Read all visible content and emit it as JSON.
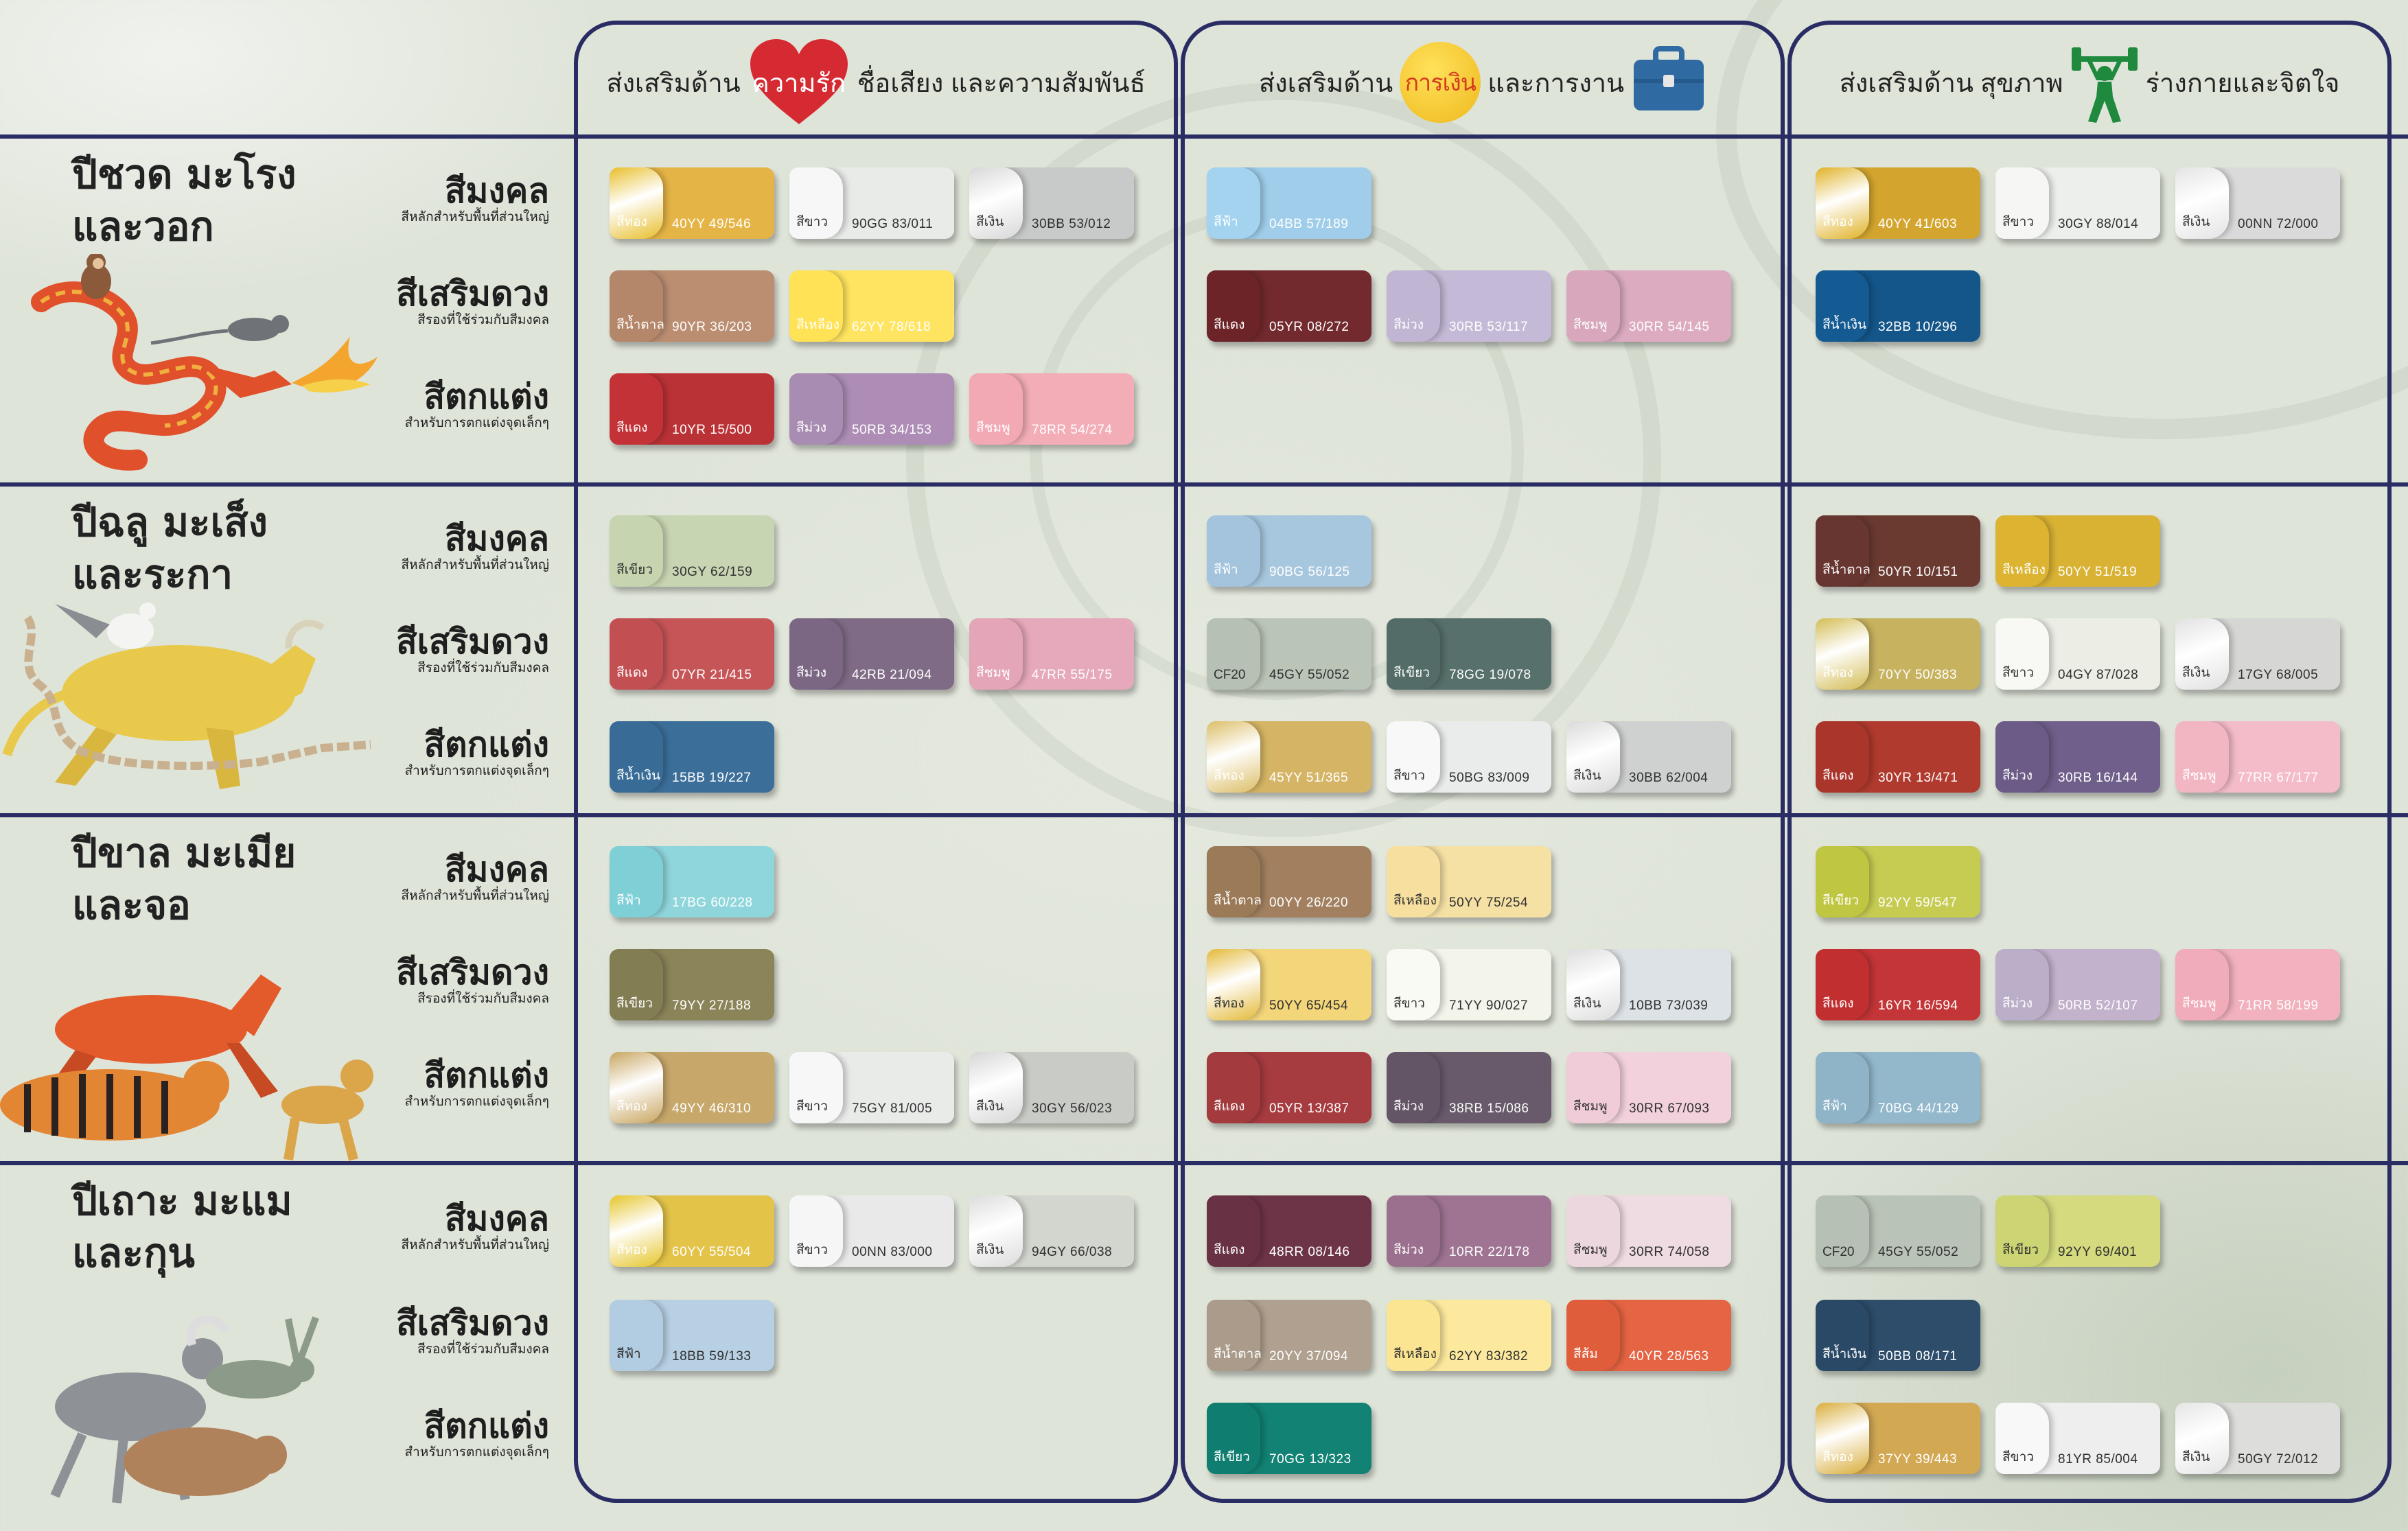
{
  "columns": [
    {
      "prefix": "ส่งเสริมด้าน",
      "highlight": "ความรัก",
      "suffix": "ชื่อเสียง และความสัมพันธ์",
      "icon": "heart-icon"
    },
    {
      "prefix": "ส่งเสริมด้าน",
      "highlight": "การเงิน",
      "suffix": "และการงาน",
      "icon": "briefcase-icon"
    },
    {
      "prefix": "ส่งเสริมด้าน",
      "highlight": "สุขภาพ",
      "suffix": "ร่างกายและจิตใจ",
      "icon": "weightlifter-icon"
    }
  ],
  "categories": [
    {
      "title": "สีมงคล",
      "subtitle": "สีหลักสำหรับพื้นที่ส่วนใหญ่"
    },
    {
      "title": "สีเสริมดวง",
      "subtitle": "สีรองที่ใช้ร่วมกับสีมงคล"
    },
    {
      "title": "สีตกแต่ง",
      "subtitle": "สำหรับการตกแต่งจุดเล็กๆ"
    }
  ],
  "zodiacs": [
    {
      "line1": "ปีชวด มะโรง",
      "line2": "และวอก",
      "animals": [
        "monkey-icon",
        "rat-icon",
        "dragon-icon"
      ],
      "cells": [
        [
          [
            {
              "n": "สีทอง",
              "c": "40YY 49/546",
              "h": "#e5b446",
              "s": "#e8be2a",
              "g": true
            },
            {
              "n": "สีขาว",
              "c": "90GG 83/011",
              "h": "#e8ebe8",
              "s": "#f6f7f6",
              "d": true
            },
            {
              "n": "สีเงิน",
              "c": "30BB 53/012",
              "h": "#c8c9c9",
              "s": "#d8d8d8",
              "g": true,
              "d": true
            }
          ],
          [
            {
              "n": "สีน้ำตาล",
              "c": "90YR 36/203",
              "h": "#bb8e72",
              "s": "#b5876a"
            },
            {
              "n": "สีเหลือง",
              "c": "62YY 78/618",
              "h": "#ffe461",
              "s": "#ffe256"
            }
          ],
          [
            {
              "n": "สีแดง",
              "c": "10YR 15/500",
              "h": "#bb3236",
              "s": "#c23236"
            },
            {
              "n": "สีม่วง",
              "c": "50RB 34/153",
              "h": "#ad8db5",
              "s": "#a98cb1"
            },
            {
              "n": "สีชมพู",
              "c": "78RR 54/274",
              "h": "#f3adb7",
              "s": "#f3a9b4"
            }
          ]
        ],
        [
          [
            {
              "n": "สีฟ้า",
              "c": "04BB 57/189",
              "h": "#9fcdea",
              "s": "#a3d3ef"
            }
          ],
          [
            {
              "n": "สีแดง",
              "c": "05YR 08/272",
              "h": "#722a2e",
              "s": "#6d2429"
            },
            {
              "n": "สีม่วง",
              "c": "30RB 53/117",
              "h": "#c4b9d6",
              "s": "#c0b5d3"
            },
            {
              "n": "สีชมพู",
              "c": "30RR 54/145",
              "h": "#dcabc0",
              "s": "#d8a7bc"
            }
          ],
          []
        ],
        [
          [
            {
              "n": "สีทอง",
              "c": "40YY 41/603",
              "h": "#d3a52e",
              "s": "#e0b226",
              "g": true
            },
            {
              "n": "สีขาว",
              "c": "30GY 88/014",
              "h": "#ecefec",
              "s": "#f6f7f5",
              "d": true
            },
            {
              "n": "สีเงิน",
              "c": "00NN 72/000",
              "h": "#dadada",
              "s": "#e4e4e4",
              "g": true,
              "d": true
            }
          ],
          [
            {
              "n": "สีน้ำเงิน",
              "c": "32BB 10/296",
              "h": "#14568a",
              "s": "#145b93"
            }
          ],
          []
        ]
      ]
    },
    {
      "line1": "ปีฉลู มะเส็ง",
      "line2": "และระกา",
      "animals": [
        "rooster-icon",
        "ox-icon",
        "snake-icon"
      ],
      "cells": [
        [
          [
            {
              "n": "สีเขียว",
              "c": "30GY 62/159",
              "h": "#c8d5b3",
              "s": "#c6d4b0",
              "d": true
            }
          ],
          [
            {
              "n": "สีแดง",
              "c": "07YR 21/415",
              "h": "#c65558",
              "s": "#c24f52"
            },
            {
              "n": "สีม่วง",
              "c": "42RB 21/094",
              "h": "#7f6b86",
              "s": "#7b6784"
            },
            {
              "n": "สีชมพู",
              "c": "47RR 55/175",
              "h": "#e6a9bb",
              "s": "#e4a5b8"
            }
          ],
          [
            {
              "n": "สีน้ำเงิน",
              "c": "15BB 19/227",
              "h": "#3b6f9a",
              "s": "#386c96"
            }
          ]
        ],
        [
          [
            {
              "n": "สีฟ้า",
              "c": "90BG 56/125",
              "h": "#a7c7de",
              "s": "#a3c4dc"
            }
          ],
          [
            {
              "n": "CF20",
              "c": "45GY 55/052",
              "h": "#bac4b7",
              "s": "#b6c0b4",
              "d": true
            },
            {
              "n": "สีเขียว",
              "c": "78GG 19/078",
              "h": "#57706b",
              "s": "#536c67"
            }
          ],
          [
            {
              "n": "สีทอง",
              "c": "45YY 51/365",
              "h": "#d5b565",
              "s": "#dcbe66",
              "g": true
            },
            {
              "n": "สีขาว",
              "c": "50BG 83/009",
              "h": "#e9ecea",
              "s": "#f7f8f7",
              "d": true
            },
            {
              "n": "สีเงิน",
              "c": "30BB 62/004",
              "h": "#cfd0d0",
              "s": "#dadada",
              "g": true,
              "d": true
            }
          ]
        ],
        [
          [
            {
              "n": "สีน้ำตาล",
              "c": "50YR 10/151",
              "h": "#6a3a31",
              "s": "#673630"
            },
            {
              "n": "สีเหลือง",
              "c": "50YY 51/519",
              "h": "#d9b233",
              "s": "#dcb431"
            }
          ],
          [
            {
              "n": "สีทอง",
              "c": "70YY 50/383",
              "h": "#c7b25f",
              "s": "#d3bc54",
              "g": true
            },
            {
              "n": "สีขาว",
              "c": "04GY 87/028",
              "h": "#eceee6",
              "s": "#f8f9f4",
              "d": true
            },
            {
              "n": "สีเงิน",
              "c": "17GY 68/005",
              "h": "#d6d7d5",
              "s": "#e1e1e1",
              "g": true,
              "d": true
            }
          ],
          [
            {
              "n": "สีแดง",
              "c": "30YR 13/471",
              "h": "#b03a2e",
              "s": "#a9352b"
            },
            {
              "n": "สีม่วง",
              "c": "30RB 16/144",
              "h": "#6f5f8a",
              "s": "#6b5b86"
            },
            {
              "n": "สีชมพู",
              "c": "77RR 67/177",
              "h": "#f4bcc8",
              "s": "#f2b6c3"
            }
          ]
        ]
      ]
    },
    {
      "line1": "ปีขาล มะเมีย",
      "line2": "และจอ",
      "animals": [
        "horse-icon",
        "tiger-icon",
        "dog-icon"
      ],
      "cells": [
        [
          [
            {
              "n": "สีฟ้า",
              "c": "17BG 60/228",
              "h": "#8fd6dc",
              "s": "#7fcfd6"
            }
          ],
          [
            {
              "n": "สีเขียว",
              "c": "79YY 27/188",
              "h": "#8a8458",
              "s": "#837d54"
            }
          ],
          [
            {
              "n": "สีทอง",
              "c": "49YY 46/310",
              "h": "#c7a76a",
              "s": "#c8a560",
              "g": true
            },
            {
              "n": "สีขาว",
              "c": "75GY 81/005",
              "h": "#e9ebe9",
              "s": "#f7f7f7",
              "d": true
            },
            {
              "n": "สีเงิน",
              "c": "30GY 56/023",
              "h": "#c9cbc6",
              "s": "#d6d6d6",
              "g": true,
              "d": true
            }
          ]
        ],
        [
          [
            {
              "n": "สีน้ำตาล",
              "c": "00YY 26/220",
              "h": "#a2805f",
              "s": "#9b7a58"
            },
            {
              "n": "สีเหลือง",
              "c": "50YY 75/254",
              "h": "#f6e1a4",
              "s": "#f6df9f",
              "d": true
            }
          ],
          [
            {
              "n": "สีทอง",
              "c": "50YY 65/454",
              "h": "#f3d57a",
              "s": "#e4b938",
              "g": true,
              "d": true
            },
            {
              "n": "สีขาว",
              "c": "71YY 90/027",
              "h": "#f3f4ea",
              "s": "#fafaf4",
              "d": true
            },
            {
              "n": "สีเงิน",
              "c": "10BB 73/039",
              "h": "#dde2e7",
              "s": "#dddddd",
              "g": true,
              "d": true
            }
          ],
          [
            {
              "n": "สีแดง",
              "c": "05YR 13/387",
              "h": "#a63b40",
              "s": "#a23a3e"
            },
            {
              "n": "สีม่วง",
              "c": "38RB 15/086",
              "h": "#685a6b",
              "s": "#635566"
            },
            {
              "n": "สีชมพู",
              "c": "30RR 67/093",
              "h": "#f2d1dc",
              "s": "#f0ccd8",
              "d": true
            }
          ]
        ],
        [
          [
            {
              "n": "สีเขียว",
              "c": "92YY 59/547",
              "h": "#c6cc52",
              "s": "#bfc641"
            }
          ],
          [
            {
              "n": "สีแดง",
              "c": "16YR 16/594",
              "h": "#c43537",
              "s": "#c12f31"
            },
            {
              "n": "สีม่วง",
              "c": "50RB 52/107",
              "h": "#c2b2cc",
              "s": "#bbaec8"
            },
            {
              "n": "สีชมพู",
              "c": "71RR 58/199",
              "h": "#f2b2bd",
              "s": "#f0acb8"
            }
          ],
          [
            {
              "n": "สีฟ้า",
              "c": "70BG 44/129",
              "h": "#93b8cc",
              "s": "#8fb4c8"
            }
          ]
        ]
      ]
    },
    {
      "line1": "ปีเถาะ มะแม",
      "line2": "และกุน",
      "animals": [
        "goat-icon",
        "rabbit-icon",
        "pig-icon"
      ],
      "cells": [
        [
          [
            {
              "n": "สีทอง",
              "c": "60YY 55/504",
              "h": "#e3c348",
              "s": "#e6c52a",
              "g": true
            },
            {
              "n": "สีขาว",
              "c": "00NN 83/000",
              "h": "#e9e9e9",
              "s": "#f6f6f6",
              "d": true
            },
            {
              "n": "สีเงิน",
              "c": "94GY 66/038",
              "h": "#d3d6cf",
              "s": "#dcdcdc",
              "g": true,
              "d": true
            }
          ],
          [
            {
              "n": "สีฟ้า",
              "c": "18BB 59/133",
              "h": "#b7d0e3",
              "s": "#b2cde1",
              "d": true
            }
          ],
          []
        ],
        [
          [
            {
              "n": "สีแดง",
              "c": "48RR 08/146",
              "h": "#6d3447",
              "s": "#693144"
            },
            {
              "n": "สีม่วง",
              "c": "10RR 22/178",
              "h": "#9f7492",
              "s": "#9b708e"
            },
            {
              "n": "สีชมพู",
              "c": "30RR 74/058",
              "h": "#efdce3",
              "s": "#edd7df",
              "d": true
            }
          ],
          [
            {
              "n": "สีน้ำตาล",
              "c": "20YY 37/094",
              "h": "#b0a08f",
              "s": "#ab9b8a"
            },
            {
              "n": "สีเหลือง",
              "c": "62YY 83/382",
              "h": "#fce99d",
              "s": "#fbe593",
              "d": true
            },
            {
              "n": "สีส้ม",
              "c": "40YR 28/563",
              "h": "#e56443",
              "s": "#e05d3b"
            }
          ],
          [
            {
              "n": "สีเขียว",
              "c": "70GG 13/323",
              "h": "#118274",
              "s": "#0f7d70"
            }
          ]
        ],
        [
          [
            {
              "n": "CF20",
              "c": "45GY 55/052",
              "h": "#bac3b8",
              "s": "#b6c0b4",
              "d": true
            },
            {
              "n": "สีเขียว",
              "c": "92YY 69/401",
              "h": "#d4da7d",
              "s": "#cdd473",
              "d": true
            }
          ],
          [
            {
              "n": "สีน้ำเงิน",
              "c": "50BB 08/171",
              "h": "#2d4d6a",
              "s": "#2a4966"
            }
          ],
          [
            {
              "n": "สีทอง",
              "c": "37YY 39/443",
              "h": "#d2a853",
              "s": "#d9ad3a",
              "g": true
            },
            {
              "n": "สีขาว",
              "c": "81YR 85/004",
              "h": "#eeeeee",
              "s": "#f8f8f8",
              "d": true
            },
            {
              "n": "สีเงิน",
              "c": "50GY 72/012",
              "h": "#dddedc",
              "s": "#e5e5e5",
              "g": true,
              "d": true
            }
          ]
        ]
      ]
    }
  ]
}
